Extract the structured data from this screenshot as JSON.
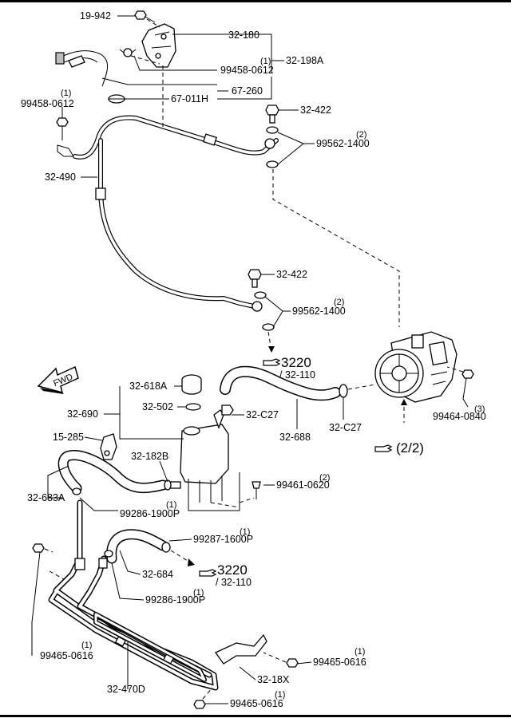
{
  "labels": {
    "l_19_942": "19-942",
    "l_32_180": "32-180",
    "l_32_198a": "32-198A",
    "l_99458_0612_a_qty": "(1)",
    "l_99458_0612_a": "99458-0612",
    "l_67_260": "67-260",
    "l_67_011h": "67-011H",
    "l_99458_0612_b_qty": "(1)",
    "l_99458_0612_b": "99458-0612",
    "l_32_422_a": "32-422",
    "l_99562_1400_a_qty": "(2)",
    "l_99562_1400_a": "99562-1400",
    "l_32_490": "32-490",
    "l_32_422_b": "32-422",
    "l_99562_1400_b_qty": "(2)",
    "l_99562_1400_b": "99562-1400",
    "l_ref_3220_a": "3220",
    "l_ref_32_110_a": "/ 32-110",
    "l_32_618a": "32-618A",
    "l_32_690": "32-690",
    "l_32_502": "32-502",
    "l_32_c27_a": "32-C27",
    "l_32_688": "32-688",
    "l_32_c27_b": "32-C27",
    "l_99464_0840_qty": "(3)",
    "l_99464_0840": "99464-0840",
    "l_15_285": "15-285",
    "l_ref_2_2": "(2/2)",
    "l_32_182b": "32-182B",
    "l_99461_0620_qty": "(2)",
    "l_99461_0620": "99461-0620",
    "l_32_683a": "32-683A",
    "l_99286_1900p_a_qty": "(1)",
    "l_99286_1900p_a": "99286-1900P",
    "l_99287_1600p_qty": "(1)",
    "l_99287_1600p": "99287-1600P",
    "l_32_684": "32-684",
    "l_ref_3220_b": "3220",
    "l_ref_32_110_b": "/ 32-110",
    "l_99286_1900p_b_qty": "(1)",
    "l_99286_1900p_b": "99286-1900P",
    "l_99465_0616_a_qty": "(1)",
    "l_99465_0616_a": "99465-0616",
    "l_99465_0616_b_qty": "(1)",
    "l_99465_0616_b": "99465-0616",
    "l_32_18x": "32-18X",
    "l_32_470d": "32-470D",
    "l_99465_0616_c_qty": "(1)",
    "l_99465_0616_c": "99465-0616",
    "fwd": "FWD"
  }
}
